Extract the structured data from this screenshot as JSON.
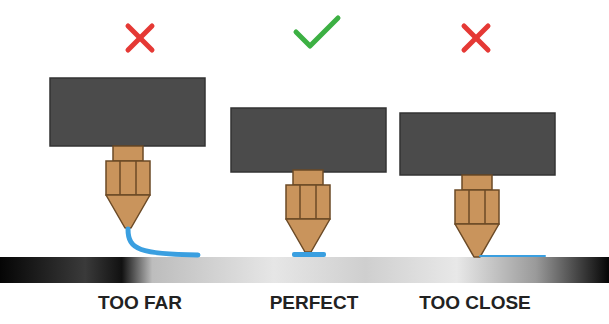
{
  "diagram": {
    "labels": [
      "TOO FAR",
      "PERFECT",
      "TOO CLOSE"
    ]
  }
}
